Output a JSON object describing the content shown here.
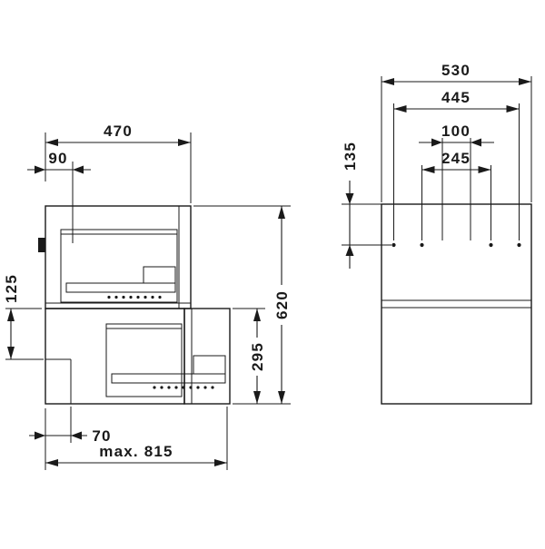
{
  "colors": {
    "line": "#1a1a1a",
    "background": "#ffffff"
  },
  "views": {
    "side": {
      "depth": "470",
      "back_offset": "90",
      "cutout_height": "125",
      "cutout_depth": "70",
      "max_width": "max. 815",
      "total_height": "620",
      "front_height": "295"
    },
    "front": {
      "width": "530",
      "holes_outer": "445",
      "holes_inner": "100",
      "holes_mid": "245",
      "holes_top_offset": "135"
    }
  }
}
